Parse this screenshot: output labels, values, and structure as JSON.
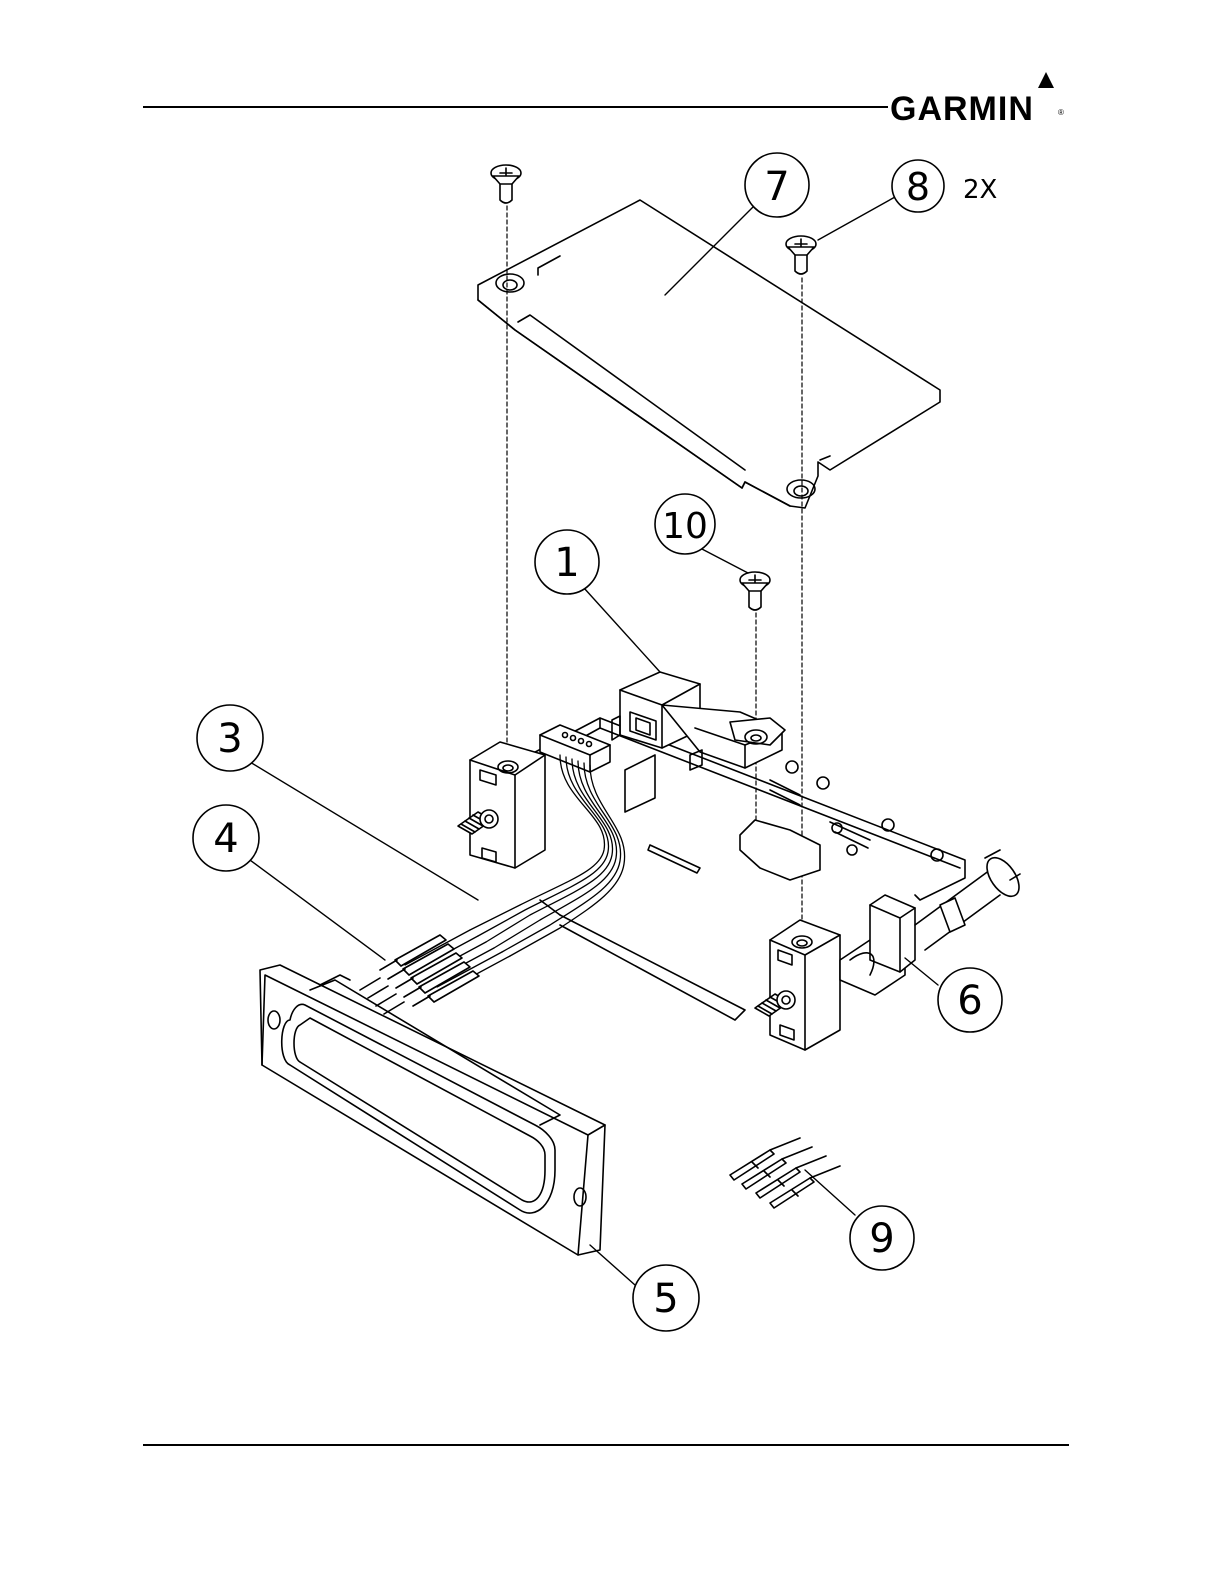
{
  "brand": {
    "name": "GARMIN",
    "registered_mark": "®"
  },
  "callouts": [
    {
      "id": "1",
      "label": "1"
    },
    {
      "id": "3",
      "label": "3"
    },
    {
      "id": "4",
      "label": "4"
    },
    {
      "id": "5",
      "label": "5"
    },
    {
      "id": "6",
      "label": "6"
    },
    {
      "id": "7",
      "label": "7"
    },
    {
      "id": "8",
      "label": "8",
      "qty": "2X"
    },
    {
      "id": "9",
      "label": "9"
    },
    {
      "id": "10",
      "label": "10"
    }
  ],
  "colors": {
    "line": "#000000",
    "background": "#ffffff"
  }
}
